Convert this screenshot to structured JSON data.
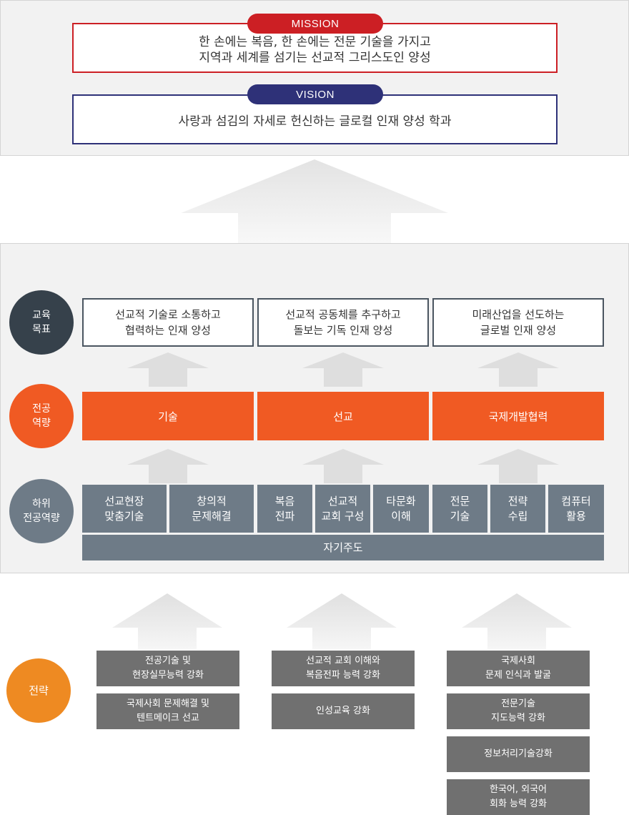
{
  "mission": {
    "label": "MISSION",
    "text": "한 손에는 복음, 한 손에는 전문 기술을 가지고\n지역과 세계를 섬기는 선교적 그리스도인 양성",
    "color": "#cc1f24"
  },
  "vision": {
    "label": "VISION",
    "text": "사랑과 섬김의 자세로 헌신하는 글로컬 인재 양성 학과",
    "color": "#2e3178"
  },
  "rows": {
    "goals_label": "교육\n목표",
    "competency_label": "전공\n역량",
    "sub_label": "하위\n전공역량",
    "strategy_label": "전략"
  },
  "goals": [
    "선교적 기술로 소통하고\n협력하는 인재 양성",
    "선교적 공동체를 추구하고\n돌보는 기독 인재 양성",
    "미래산업을 선도하는\n글로벌 인재 양성"
  ],
  "competencies": [
    "기술",
    "선교",
    "국제개발협력"
  ],
  "sub_competencies": [
    "선교현장\n맞춤기술",
    "창의적\n문제해결",
    "복음\n전파",
    "선교적\n교회 구성",
    "타문화\n이해",
    "전문\n기술",
    "전략\n수립",
    "컴퓨터\n활용"
  ],
  "common_sub": "자기주도",
  "strategies": [
    [
      "전공기술 및\n현장실무능력 강화",
      "국제사회 문제해결 및\n텐트메이크 선교"
    ],
    [
      "선교적 교회 이해와\n복음전파 능력 강화",
      "인성교육 강화"
    ],
    [
      "국제사회\n문제 인식과 발굴",
      "전문기술\n지도능력 강화",
      "정보처리기술강화",
      "한국어, 외국어\n회화 능력 강화"
    ]
  ],
  "colors": {
    "goal_circle": "#36414b",
    "competency_circle": "#f05a23",
    "sub_circle": "#6e7b87",
    "strategy_circle": "#ee8a22"
  }
}
